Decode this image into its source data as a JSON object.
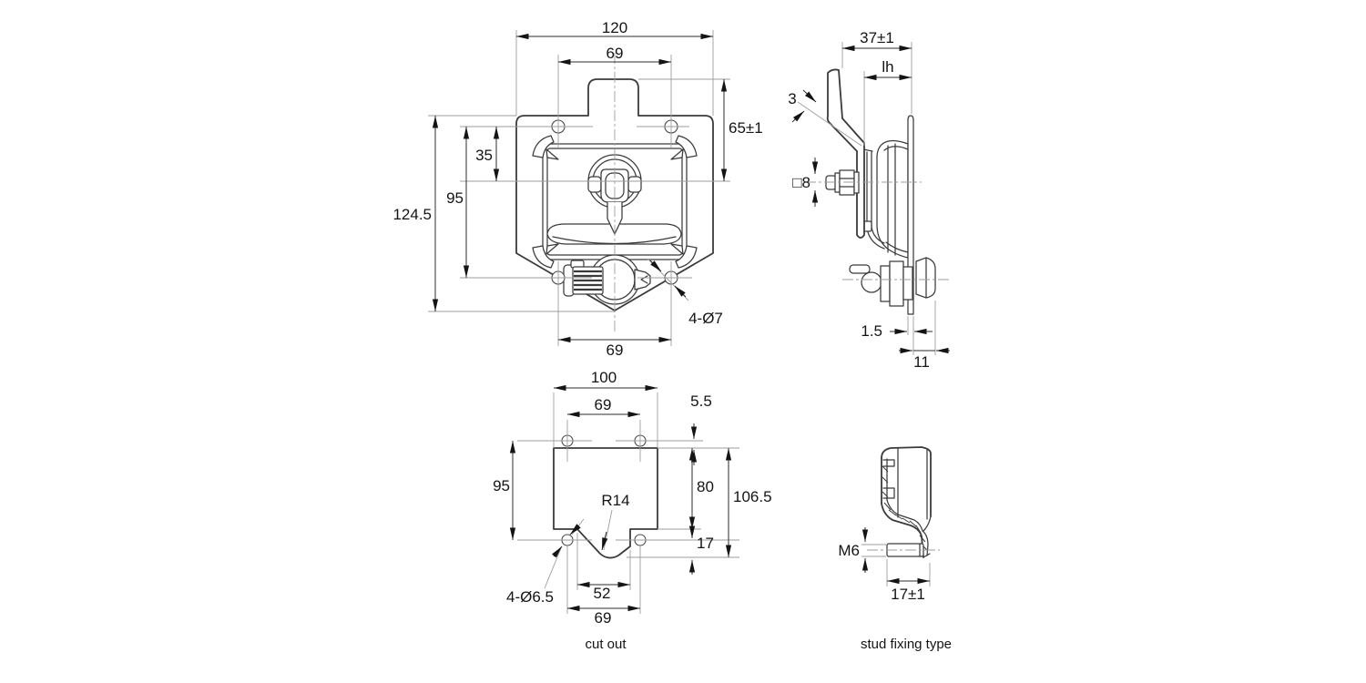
{
  "front_view": {
    "dim_overall_width": "120",
    "dim_hole_span_top": "69",
    "dim_handle_offset": "65±1",
    "dim_hole_to_center": "35",
    "dim_hole_rows": "95",
    "dim_overall_height": "124.5",
    "dim_mount_holes": "4-Ø7",
    "dim_hole_span_bottom": "69"
  },
  "side_view": {
    "dim_depth": "37±1",
    "dim_grip_clearance": "lh",
    "dim_paddle_thickness": "3",
    "dim_spindle_square": "□8",
    "dim_plate_thickness": "1.5",
    "dim_cam_offset": "11"
  },
  "cutout_view": {
    "caption": "cut out",
    "dim_width": "100",
    "dim_hole_span_top": "69",
    "dim_edge_offset": "5.5",
    "dim_hole_rows": "95",
    "dim_body_height": "80",
    "dim_total_height": "106.5",
    "dim_notch_radius": "R14",
    "dim_notch_depth": "17",
    "dim_mount_holes": "4-Ø6.5",
    "dim_notch_width": "52",
    "dim_hole_span_bottom": "69"
  },
  "stud_view": {
    "caption": "stud fixing type",
    "dim_thread": "M6",
    "dim_stud_length": "17±1"
  }
}
